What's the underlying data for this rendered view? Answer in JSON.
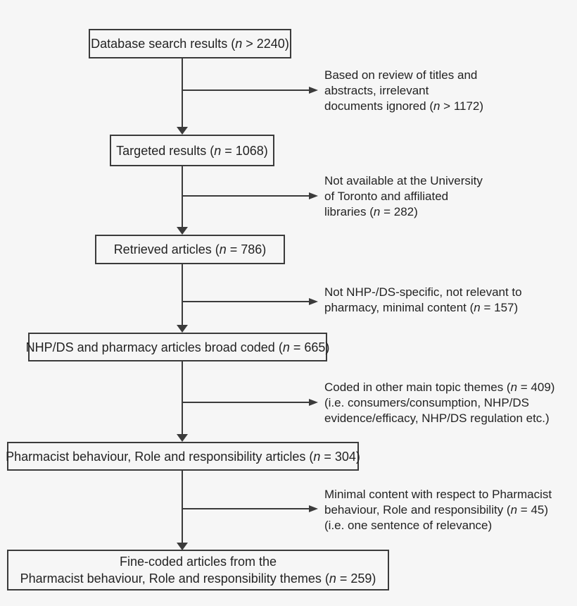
{
  "figure": {
    "type": "study-selection-flow-diagram",
    "background_color": "#f6f6f6",
    "line_color": "#3b3b3b",
    "text_color": "#232323"
  },
  "boxes": [
    {
      "name": "database-search-results",
      "pre": "Database search results (",
      "n": "n",
      "post": " > 2240)"
    },
    {
      "name": "targeted-results",
      "pre": "Targeted results (",
      "n": "n",
      "post": " = 1068)"
    },
    {
      "name": "retrieved-articles",
      "pre": "Retrieved articles (",
      "n": "n",
      "post": " = 786)"
    },
    {
      "name": "broad-coded-articles",
      "pre": "NHP/DS and pharmacy articles broad coded (",
      "n": "n",
      "post": " = 665)"
    },
    {
      "name": "pharmacist-behaviour-articles",
      "pre": "Pharmacist behaviour, Role and responsibility articles (",
      "n": "n",
      "post": " = 304)"
    },
    {
      "name": "fine-coded-articles",
      "line1": "Fine-coded articles from the",
      "pre": "Pharmacist behaviour, Role and responsibility themes (",
      "n": "n",
      "post": " = 259)"
    }
  ],
  "notes": [
    {
      "name": "irrelevant-documents-ignored",
      "lines": [
        {
          "pre": "Based on review of titles and",
          "n": "",
          "post": ""
        },
        {
          "pre": "abstracts, irrelevant",
          "n": "",
          "post": ""
        },
        {
          "pre": "documents ignored (",
          "n": "n",
          "post": " > 1172)"
        }
      ]
    },
    {
      "name": "not-available-at-libraries",
      "lines": [
        {
          "pre": "Not available at the University",
          "n": "",
          "post": ""
        },
        {
          "pre": "of Toronto and affiliated",
          "n": "",
          "post": ""
        },
        {
          "pre": "libraries (",
          "n": "n",
          "post": " = 282)"
        }
      ]
    },
    {
      "name": "not-nhp-ds-specific",
      "lines": [
        {
          "pre": "Not NHP-/DS-specific, not relevant to",
          "n": "",
          "post": ""
        },
        {
          "pre": "pharmacy, minimal content (",
          "n": "n",
          "post": " = 157)"
        }
      ]
    },
    {
      "name": "coded-other-themes",
      "lines": [
        {
          "pre": "Coded in other main topic themes (",
          "n": "n",
          "post": " = 409)"
        },
        {
          "pre": "(i.e. consumers/consumption, NHP/DS",
          "n": "",
          "post": ""
        },
        {
          "pre": "evidence/efficacy, NHP/DS regulation etc.)",
          "n": "",
          "post": ""
        }
      ]
    },
    {
      "name": "minimal-content",
      "lines": [
        {
          "pre": "Minimal content with respect to Pharmacist",
          "n": "",
          "post": ""
        },
        {
          "pre": "behaviour, Role and responsibility (",
          "n": "n",
          "post": " = 45)"
        },
        {
          "pre": "(i.e. one sentence of relevance)",
          "n": "",
          "post": ""
        }
      ]
    }
  ]
}
